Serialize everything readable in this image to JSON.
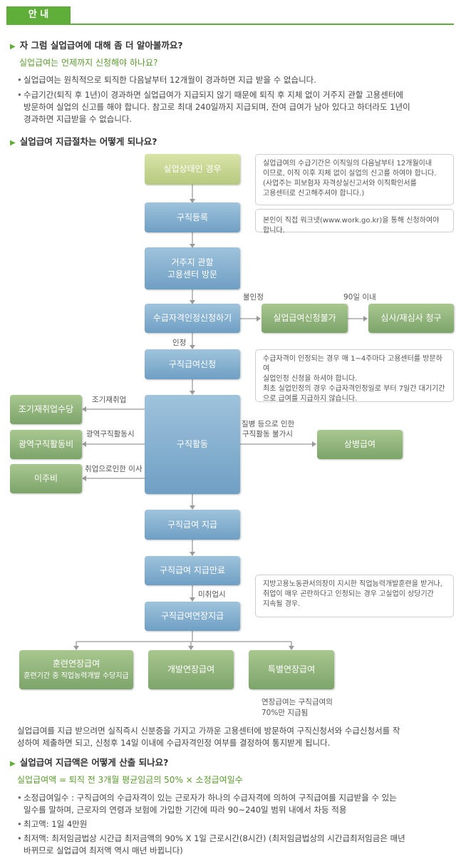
{
  "header": {
    "tab_label": "안 내"
  },
  "section1": {
    "heading": "자 그럼 실업급여에 대해 좀 더 알아볼까요?",
    "question": "실업급여는 언제까지 신청해야 하나요?",
    "bullets": [
      "실업급여는 원칙적으로 퇴직한 다음날부터 12개월이 경과하면 지급 받을 수 없습니다.",
      "수급기간(퇴직 후 1년)이 경과하면 실업급여가 지급되지 않기 때문에 퇴직 후 지체 없이 거주지 관할 고용센터에",
      "방문하여 실업의 신고를 해야 합니다. 참고로 최대 240일까지 지급되며, 잔여 급여가 남아 있다고 하더라도 1년이",
      "경과하면 지급받을 수 없습니다."
    ]
  },
  "section2": {
    "heading": "실업급여 지급절차는 어떻게 되나요?",
    "flow": {
      "unemployed": "실업상태인 경우",
      "register": "구직등록",
      "visit_1": "거주지 관할",
      "visit_2": "고용센터 방문",
      "apply_qual": "수급자격인정신청하기",
      "not_approved": "불인정",
      "within_90": "90일 이내",
      "unavailable": "실업급여신청불가",
      "review": "심사/재심사 청구",
      "approved": "인정",
      "apply_benefit": "구직급여신청",
      "early_label": "조기재취업",
      "early": "조기재취업수당",
      "wide_label": "광역구직활동시",
      "wide": "광역구직활동비",
      "move_label": "취업으로인한 이사",
      "move": "이주비",
      "job_search": "구직활동",
      "sick_label_1": "질병 등으로 인한",
      "sick_label_2": "구직활동 불가시",
      "sick": "상병급여",
      "pay": "구직급여 지급",
      "pay_end": "구직급여 지급만료",
      "unemployed_case": "미취업시",
      "extend": "구직급여연장지급",
      "training_1": "훈련연장급여",
      "training_2": "훈련기간 중 직업능력개발 수당지급",
      "individual": "개발연장급여",
      "special": "특별연장급여",
      "ext_note_1": "연장급여는 구직급여의",
      "ext_note_2": "70%만 지급됨"
    },
    "notes": {
      "n1": [
        "실업급여의 수급기간은 이직일의 다음날부터 12개월이내",
        "이므로, 이직 이후 지체 없이 실업의 신고를 하여야 합니다.",
        "(사업주는 피보험자 자격상실신고서와 이직확인서를",
        "고용센터로 신고해주셔야 합니다.)"
      ],
      "n2": "본인이 직접 워크넷(www.work.go.kr)을 통해 신청하여야 합니다.",
      "n3": [
        "수급자격이 인정되는 경우 매 1~4주마다 고용센터를 방문하여",
        "실업인정 신청을 하셔야 합니다.",
        "최초 실업인정의 경우 수급자격인정일로 부터 7일간 대기기간",
        "으로 급여를 지급하지 않습니다."
      ],
      "n4": [
        "지방고용노동관서의장이 지시한 직업능력개발훈련을 받거나,",
        "취업이 매우 곤란하다고 인정되는 경우 고실업이 상당기간",
        "지속될 경우."
      ]
    },
    "summary": [
      "실업급여를 지급 받으려면 실직즉시 신분증을 가지고 가까운 고용센터에 방문하여 구직신청서와 수급신청서를 작",
      "성하여 제출하면 되고, 신청후 14일 이내에 수급자격인정 여부를 결정하여 통지받게 됩니다."
    ]
  },
  "section3": {
    "heading": "실업급여 지급액은 어떻게 산출 되나요?",
    "formula": "실업급여액 = 퇴직 전 3개월 평균임금의 50% × 소정급여일수",
    "bullets": [
      "소정급여일수 : 구직급여의 수급자격이 있는 근로자가 하나의 수급자격에 의하여 구직급여를 지급받을 수 있는",
      "일수를 말하며, 근로자의 연령과 보험에 가입한 기간에 따라 90~240일 범위 내에서 차등 적용",
      "최고액: 1일 4만원",
      "최저액: 최저임금법상 시간급 최저금액의 90% X 1일 근로시간(8시간) (최저임금법상의 시간급최저임금은 매년",
      "바뀌므로 실업급여 최저액 역시 매년 바뀝니다)"
    ]
  },
  "icons": {
    "bullet": "triangle-arrow-icon",
    "accent": "#5fae3a"
  }
}
